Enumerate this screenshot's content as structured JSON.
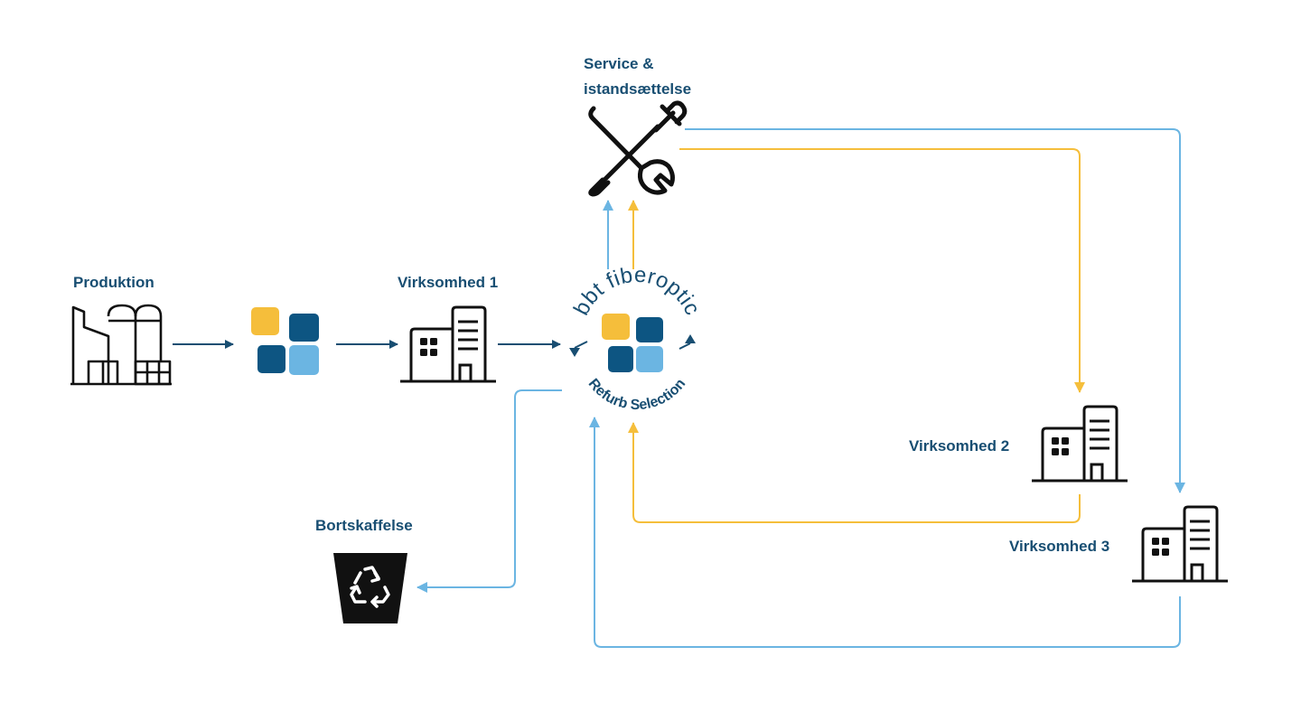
{
  "labels": {
    "produktion": "Produktion",
    "virksomhed1": "Virksomhed 1",
    "service_line1": "Service &",
    "service_line2": "istandsættelse",
    "virksomhed2": "Virksomhed 2",
    "virksomhed3": "Virksomhed 3",
    "bortskaffelse": "Bortskaffelse"
  },
  "logo": {
    "top_text": "bbt fiberoptic",
    "bottom_text": "Refurb Selection"
  },
  "colors": {
    "navy": "#184e72",
    "dark_blue": "#0d5582",
    "light_blue": "#6bb5e2",
    "yellow": "#f5be3b",
    "icon_black": "#111111"
  },
  "icons": {
    "factory": "factory-icon",
    "logo_squares": "bbt-logo-squares-icon",
    "building": "office-building-icon",
    "tools": "screwdriver-wrench-icon",
    "recycle_bin": "recycle-bin-icon"
  }
}
